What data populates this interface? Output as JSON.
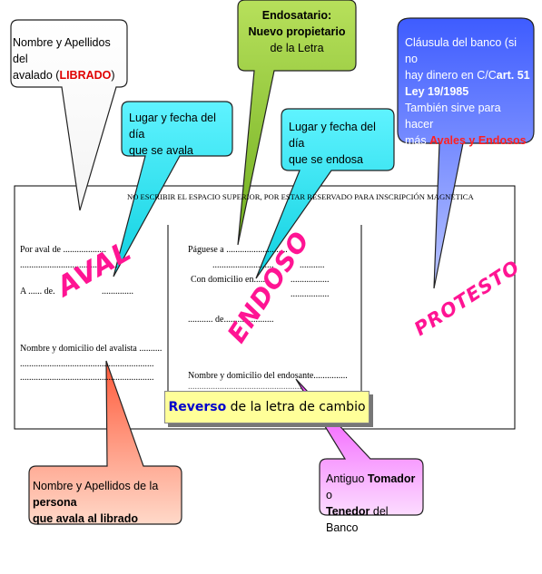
{
  "document": {
    "top_notice": "NO ESCRIBIR EL ESPACIO SUPERIOR, POR ESTAR RESERVADO PARA INSCRIPCIÓN MAGNÉTICA",
    "aval_lines": {
      "por_aval": "Por aval de ...................",
      "dots_1": "...........................................",
      "a_de": "A ...... de.",
      "dots_a": "..............",
      "nombre_avalista": "Nombre y domicilio del avalista ..........",
      "dots_2": "...........................................................",
      "dots_3": "..........................................................."
    },
    "endoso_lines": {
      "paguese": "Páguese a ...........................",
      "dots_p": "...........................",
      "dots_p2": "...........",
      "con_domicilio": "Con domicilio en.......",
      "dots_c": ".................",
      "dots_c2": ".................",
      "de_line": "...........         de......................",
      "nombre_endosante": "Nombre y domicilio del endosante...............",
      "dots_e": ".................................................."
    }
  },
  "labels": {
    "aval": "AVAL",
    "endoso": "ENDOSO",
    "protesto": "PROTESTO"
  },
  "reverso": {
    "bold_blue": "Reverso",
    "rest": " de la letra de cambio"
  },
  "callouts": {
    "avalado": {
      "line1": "Nombre y Apellidos del",
      "line2_prefix": "avalado (",
      "line2_red": "LIBRADO",
      "line2_suffix": ")"
    },
    "lugar_aval": {
      "line1": "Lugar y fecha del día",
      "line2": "que se avala"
    },
    "endosatario": {
      "line1": "Endosatario:",
      "line2": "Nuevo propietario",
      "line3": "de la Letra"
    },
    "lugar_endosa": {
      "line1": "Lugar y fecha del día",
      "line2": "que se endosa"
    },
    "clausula": {
      "line1": "Cláusula del banco (si no",
      "line2_prefix": "hay dinero en C/C",
      "line2_bold": "art. 51",
      "line3": "Ley 19/1985",
      "line4": "También sirve para hacer",
      "line5_prefix": "más ",
      "line5_red": "Avales y Endosos"
    },
    "persona": {
      "line1_prefix": "Nombre y Apellidos de la ",
      "line1_bold": "persona",
      "line2": "que avala al librado"
    },
    "tomador": {
      "line1_prefix": "Antiguo ",
      "line1_bold": "Tomador",
      "line1_suffix": " o",
      "line2_bold": "Tenedor",
      "line2_suffix": " del Banco"
    }
  },
  "colors": {
    "aval_callout": "#ffffff",
    "lugar_callout": "#33e5f0",
    "endosatario_callout": "#93c93a",
    "clausula_callout": "#4a63ff",
    "persona_callout": "#ff8a66",
    "tomador_callout": "#f566ff",
    "big_labels": "#ff1493",
    "reverso_box": "#ffff99"
  }
}
